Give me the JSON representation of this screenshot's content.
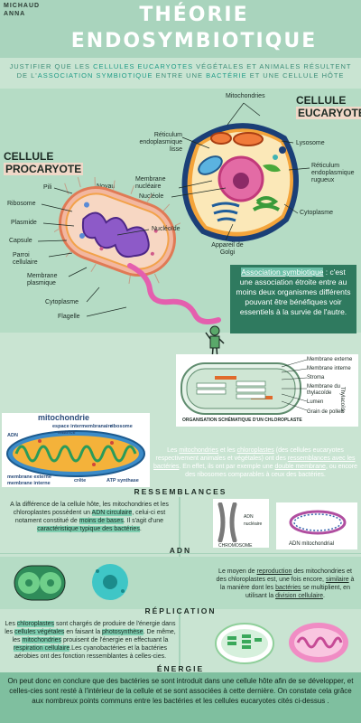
{
  "header": {
    "author_line1": "MICHAUD",
    "author_line2": "ANNA",
    "title_line1": "THÉORIE",
    "title_line2": "ENDOSYMBIOTIQUE"
  },
  "subtitle": {
    "p1": "JUSTIFIER QUE LES ",
    "p2": "CELLULES EUCARYOTES",
    "p3": " VÉGÉTALES ET ANIMALES RÉSULTENT DE L'",
    "p4": "ASSOCIATION SYMBIOTIQUE",
    "p5": " ENTRE UNE ",
    "p6": "BACTÉRIE",
    "p7": " ET UNE CELLULE HÔTE"
  },
  "eucaryote": {
    "title_line1": "CELLULE",
    "title_line2": "EUCARYOTE",
    "labels": {
      "mitochondries": "Mitochondries",
      "reticulum_lisse": "Réticulum endoplasmique lisse",
      "noyau": "Noyau",
      "membrane_nucleaire": "Membrane nucléaire",
      "nucleole": "Nucléole",
      "lysosome": "Lysosome",
      "reticulum_rugueux": "Réticulum endoplasmique rugueux",
      "cytoplasme": "Cytoplasme",
      "golgi": "Appareil de Golgi"
    }
  },
  "procaryote": {
    "title_line1": "CELLULE",
    "title_line2": "PROCARYOTE",
    "labels": {
      "pili": "Pili",
      "ribosome": "Ribosome",
      "plasmide": "Plasmide",
      "capsule": "Capsule",
      "paroi": "Parroi cellulaire",
      "membrane": "Membrane plasmique",
      "nucleoide": "Nucléoïde",
      "cytoplasme": "Cytoplasme",
      "flagelle": "Flagelle"
    }
  },
  "symbiose": {
    "term": "Association symbiotique",
    "definition": " : c'est une association étroite entre au moins deux organismes différents pouvant être bénéfiques voir essentiels à la survie de l'autre."
  },
  "chloroplast_diagram": {
    "caption": "ORGANISATION SCHÉMATIQUE D'UN CHLOROPLASTE",
    "labels": {
      "membrane_externe": "Membrane externe",
      "membrane_interne": "Membrane interne",
      "stroma": "Stroma",
      "membrane_thylacoide": "Membrane du thylacoïde",
      "lumen": "Lumen",
      "grain": "Grain de pollen",
      "thylacoide": "Thylacoïde"
    }
  },
  "mito_diagram": {
    "title": "mitochondrie",
    "labels": {
      "espace": "espace intermembranaire",
      "ribosome": "ribosome",
      "matrice": "matrice",
      "adn": "ADN",
      "membrane_externe": "membrane externe",
      "membrane_interne": "membrane interne",
      "crete": "crête",
      "atp": "ATP synthase"
    }
  },
  "ressemblances": {
    "title": "RESSEMBLANCES",
    "text_a": "Les ",
    "mito": "mitochondries",
    "text_b": " et les ",
    "chloro": "chloroplastes",
    "text_c": " (des cellules eucaryotes respectivement animales et végétales) ont des ",
    "ress": "ressemblances avec les bactéries",
    "text_d": ". En effet, ils ont par exemple une ",
    "double": "double membrane",
    "text_e": ", ou encore des ribosomes comparables à ceux des bactéries."
  },
  "adn": {
    "title": "ADN",
    "text_a": "A la différence de la cellule hôte, les mitochondries et les chloroplastes possèdent un ",
    "circ": "ADN circulaire",
    "text_b": ", celui-ci est notament constitué de ",
    "bases": "moins de bases",
    "text_c": ". Il s'agit d'une ",
    "carac": "caractéristique typique des bactéries",
    "text_d": ".",
    "label_nucleaire": "ADN nucléaire",
    "label_chromosome": "CHROMOSOME",
    "label_mito": "ADN mitochondrial"
  },
  "replication": {
    "title": "RÉPLICATION",
    "text_a": "Le moyen de ",
    "repro": "reproduction",
    "text_b": " des mitochondries et des chloroplastes est, une fois encore, ",
    "sim": "similaire",
    "text_c": " à la manière dont les ",
    "bact": "bactéries",
    "text_d": " se multiplient, en utilisant la ",
    "div": "division cellulaire",
    "text_e": "."
  },
  "energie": {
    "title": "ÉNERGIE",
    "text_a": "Les ",
    "chloro": "chloroplastes",
    "text_b": " sont chargés de produire de l'énergie dans les ",
    "veg": "cellules végétales",
    "text_c": " en faisant la ",
    "photo": "photosynthèse",
    "text_d": ". De même, les ",
    "mito": "mitochondries",
    "text_e": " prouisent de l'énergie en effectuant la ",
    "resp": "respiration cellulaire",
    "text_f": ".Les cyanobactéries et la bactéries aérobies ont des fonction ressemblantes à celles-cies."
  },
  "conclusion": {
    "text": "On peut donc en conclure que des bactéries se sont introduit dans une cellule hôte afin de se développer, et celles-cies sont resté à l'intérieur de la cellule et se sont associées à cette dernière. On constate cela grâce aux nombreux points communs entre les bactéries et les cellules eucaryotes cités ci-dessus ."
  },
  "colors": {
    "background": "#c9e4d2",
    "accent": "#1f9b86",
    "dark_box": "#2f7a5f",
    "highlight_green": "#7fcfb1"
  }
}
